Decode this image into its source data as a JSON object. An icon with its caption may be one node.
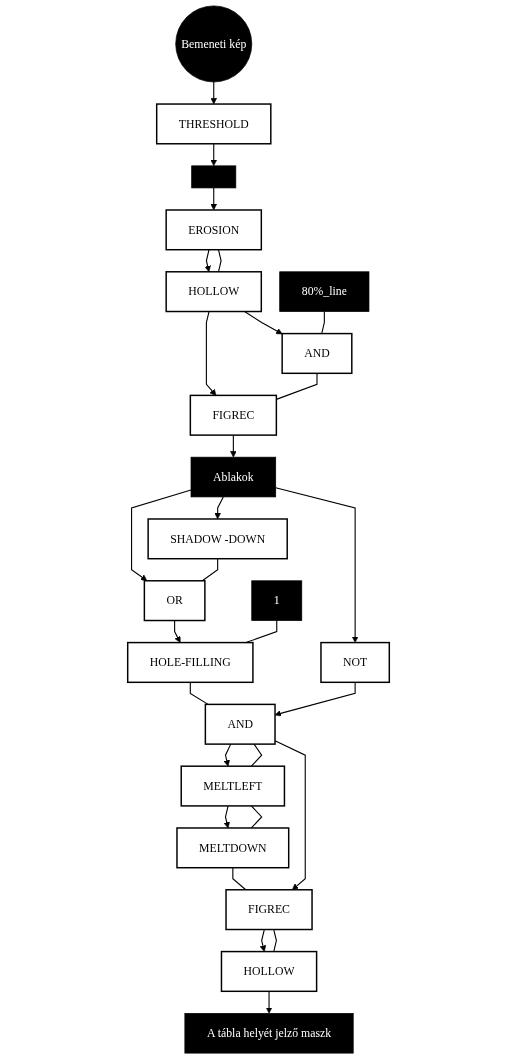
{
  "diagram": {
    "nodes": [
      {
        "text": [
          "Bemeneti kép"
        ]
      },
      {
        "text": [
          "THRESHOLD"
        ]
      },
      {
        "text": [],
        "shape": "box"
      },
      {
        "text": [
          "EROSION"
        ]
      },
      {
        "text": [
          "80%_line"
        ]
      },
      {
        "text": [
          "HOLLOW"
        ]
      },
      {
        "text": [
          "AND"
        ]
      },
      {
        "text": [
          "FIGREC"
        ]
      },
      {
        "text": [
          "Ablakok"
        ]
      },
      {
        "text": [
          "SHADOW -DOWN"
        ]
      },
      {
        "text": [
          "OR"
        ]
      },
      {
        "text": [
          "NOT"
        ]
      },
      {
        "text": [
          "1"
        ]
      },
      {
        "text": [
          "HOLE-FILLING"
        ]
      },
      {
        "text": [
          "AND"
        ]
      },
      {
        "text": [
          "MELTLEFT"
        ]
      },
      {
        "text": [
          "MELTDOWN"
        ]
      },
      {
        "text": [
          "FIGREC"
        ]
      },
      {
        "text": [
          "HOLLOW"
        ]
      },
      {
        "text": [
          "A tábla helyét jelző maszk"
        ]
      }
    ],
    "edges": [
      {
        "from": 0,
        "to": 1,
        "arrow": "to"
      },
      {
        "from": 1,
        "to": 2,
        "arrow": "to"
      },
      {
        "from": 2,
        "to": 3,
        "arrow": "to"
      },
      {
        "from": 3,
        "to": 5,
        "arrow": "to"
      },
      {
        "from": 3,
        "to": 5,
        "arrow": "none"
      },
      {
        "from": 5,
        "to": 6,
        "arrow": "to"
      },
      {
        "from": 4,
        "to": 6,
        "arrow": "none"
      },
      {
        "from": 5,
        "to": 7,
        "arrow": "to"
      },
      {
        "from": 6,
        "to": 7,
        "arrow": "none"
      },
      {
        "from": 7,
        "to": 8,
        "arrow": "to"
      },
      {
        "from": 8,
        "to": 9,
        "arrow": "to"
      },
      {
        "from": 8,
        "to": 10,
        "arrow": "to"
      },
      {
        "from": 8,
        "to": 11,
        "arrow": "to"
      },
      {
        "from": 9,
        "to": 10,
        "arrow": "none"
      },
      {
        "from": 10,
        "to": 13,
        "arrow": "to"
      },
      {
        "from": 12,
        "to": 13,
        "arrow": "none"
      },
      {
        "from": 13,
        "to": 14,
        "arrow": "none"
      },
      {
        "from": 11,
        "to": 14,
        "arrow": "to"
      },
      {
        "from": 14,
        "to": 15,
        "arrow": "to"
      },
      {
        "from": 14,
        "to": 15,
        "arrow": "none"
      },
      {
        "from": 15,
        "to": 16,
        "arrow": "to"
      },
      {
        "from": 15,
        "to": 16,
        "arrow": "none"
      },
      {
        "from": 16,
        "to": 17,
        "arrow": "none"
      },
      {
        "from": 14,
        "to": 17,
        "arrow": "to"
      },
      {
        "from": 17,
        "to": 18,
        "arrow": "to"
      },
      {
        "from": 17,
        "to": 18,
        "arrow": "none"
      },
      {
        "from": 18,
        "to": 19,
        "arrow": "to"
      }
    ]
  }
}
